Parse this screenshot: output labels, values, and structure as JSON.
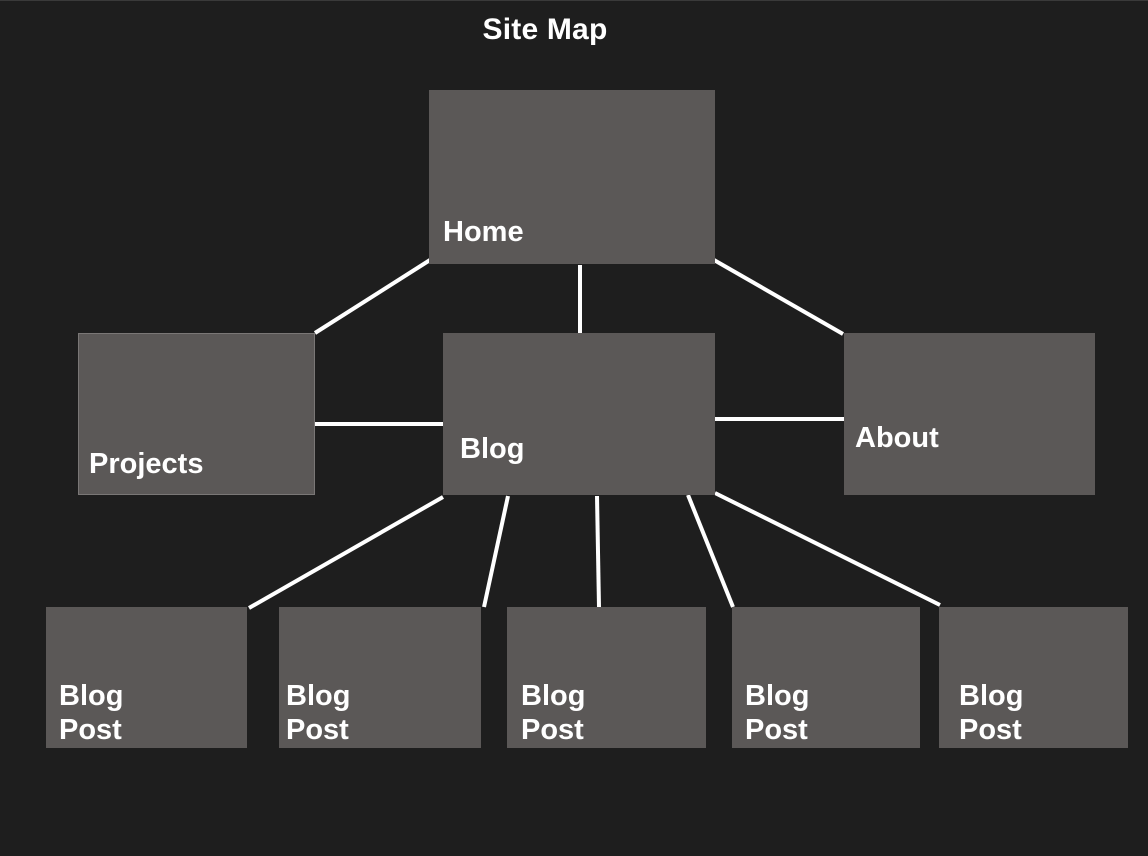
{
  "title": "Site Map",
  "nodes": {
    "home": {
      "label": "Home"
    },
    "projects": {
      "label": "Projects"
    },
    "blog": {
      "label": "Blog"
    },
    "about": {
      "label": "About"
    },
    "posts": [
      {
        "label": "Blog Post"
      },
      {
        "label": "Blog Post"
      },
      {
        "label": "Blog Post"
      },
      {
        "label": "Blog Post"
      },
      {
        "label": "Blog Post"
      }
    ]
  },
  "edges": [
    {
      "from": "Home",
      "to": "Projects"
    },
    {
      "from": "Home",
      "to": "Blog"
    },
    {
      "from": "Home",
      "to": "About"
    },
    {
      "from": "Projects",
      "to": "Blog"
    },
    {
      "from": "Blog",
      "to": "About"
    },
    {
      "from": "Blog",
      "to": "Blog Post 1"
    },
    {
      "from": "Blog",
      "to": "Blog Post 2"
    },
    {
      "from": "Blog",
      "to": "Blog Post 3"
    },
    {
      "from": "Blog",
      "to": "Blog Post 4"
    },
    {
      "from": "Blog",
      "to": "Blog Post 5"
    }
  ],
  "colors": {
    "background": "#1e1e1e",
    "node_fill": "#5b5857",
    "connector": "#ffffff",
    "text": "#ffffff"
  }
}
